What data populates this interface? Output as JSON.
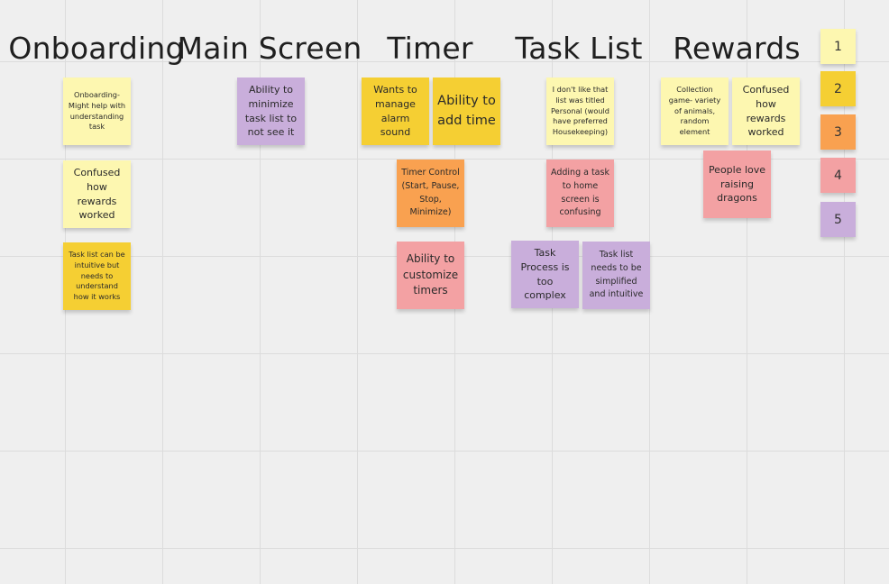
{
  "columns": {
    "onboarding": "Onboarding",
    "main_screen": "Main Screen",
    "timer": "Timer",
    "task_list": "Task List",
    "rewards": "Rewards"
  },
  "colors": {
    "1": "#fdf7b0",
    "2": "#f5cf33",
    "3": "#f9a150",
    "4": "#f3a1a3",
    "5": "#c9aedb"
  },
  "legend": [
    "1",
    "2",
    "3",
    "4",
    "5"
  ],
  "notes": {
    "onboarding": [
      "Onboarding- Might help with understanding task",
      "Confused how rewards worked",
      "Task list can be intuitive but needs to understand how it works"
    ],
    "main_screen": [
      "Ability to minimize task list to not see it"
    ],
    "timer": [
      "Wants to manage alarm sound",
      "Ability to add time",
      "Timer Control (Start, Pause, Stop, Minimize)",
      "Ability to customize timers"
    ],
    "task_list": [
      "I don't like that list was titled Personal (would have preferred Housekeeping)",
      "Adding a task to home screen is confusing",
      "Task Process is too complex",
      "Task list needs to be simplified and intuitive"
    ],
    "rewards": [
      "Collection game- variety of animals, random element",
      "Confused how rewards worked",
      "People love raising dragons"
    ]
  }
}
